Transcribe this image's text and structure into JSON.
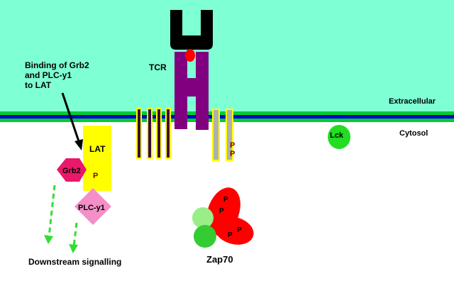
{
  "labels": {
    "tcr": "TCR",
    "extracellular": "Extracellular",
    "cytosol": "Cytosol",
    "lck": "Lck",
    "lat": "LAT",
    "grb2": "Grb2",
    "plc": "PLC-y1",
    "zap70": "Zap70",
    "downstream": "Downstream signalling",
    "phospho": "P"
  },
  "annotation": {
    "lines": [
      "Binding of Grb2",
      "and PLC-y1",
      "to LAT"
    ]
  },
  "colors": {
    "extracellular": "#7fffd4",
    "membrane_green": "#00cc33",
    "membrane_blue": "#0000cc",
    "tcr_head": "#000000",
    "tcr_body": "#800080",
    "tcr_dot": "#ff0000",
    "lat": "#ffff00",
    "grb2": "#e8186a",
    "plc": "#f48fc8",
    "lck": "#22dd22",
    "zap70_red": "#ff0000",
    "zap70_light_green": "#99ee88",
    "zap70_green": "#33cc33",
    "cd3_chain": "#3b0a3b",
    "cd3_border": "#ffff00",
    "zeta_chain": "#b0b0b0",
    "phospho_text": "#800000",
    "arrow_dash": "#33dd33"
  }
}
